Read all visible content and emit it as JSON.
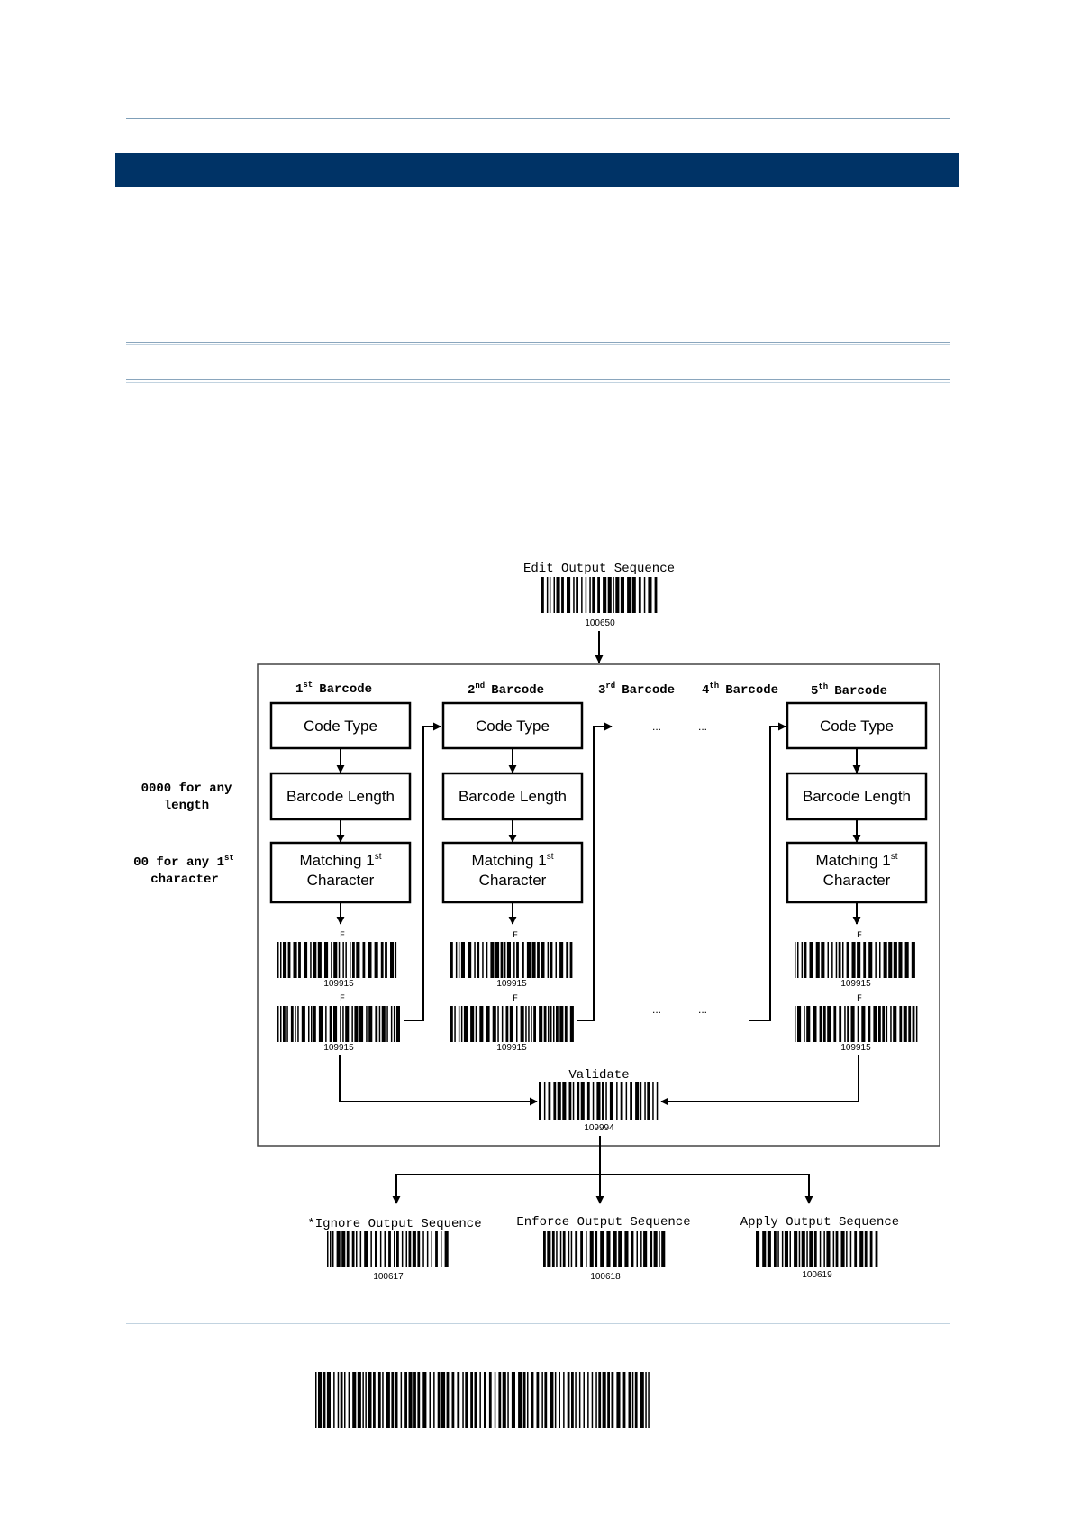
{
  "page": {
    "section_title": "",
    "link_text": ""
  },
  "diagram": {
    "edit_label": "Edit Output Sequence",
    "edit_code": "100650",
    "columns": [
      {
        "ordinal": "1",
        "suffix": "st",
        "label": "Barcode"
      },
      {
        "ordinal": "2",
        "suffix": "nd",
        "label": "Barcode"
      },
      {
        "ordinal": "3",
        "suffix": "rd",
        "label": "Barcode"
      },
      {
        "ordinal": "4",
        "suffix": "th",
        "label": "Barcode"
      },
      {
        "ordinal": "5",
        "suffix": "th",
        "label": "Barcode"
      }
    ],
    "box_code_type": "Code Type",
    "box_barcode_length": "Barcode Length",
    "box_matching_line1": "Matching 1",
    "box_matching_sup": "st",
    "box_matching_line2": "Character",
    "side_note_length_1": "0000 for any",
    "side_note_length_2": "length",
    "side_note_char_1": "00 for any 1",
    "side_note_char_sup": "st",
    "side_note_char_2": "character",
    "small_barcode_letter": "F",
    "small_barcode_code": "109915",
    "ellipsis": "...",
    "validate_label": "Validate",
    "validate_code": "109994",
    "outputs": [
      {
        "label": "*Ignore Output Sequence",
        "code": "100617"
      },
      {
        "label": "Enforce Output Sequence",
        "code": "100618"
      },
      {
        "label": "Apply Output Sequence",
        "code": "100619"
      }
    ]
  }
}
